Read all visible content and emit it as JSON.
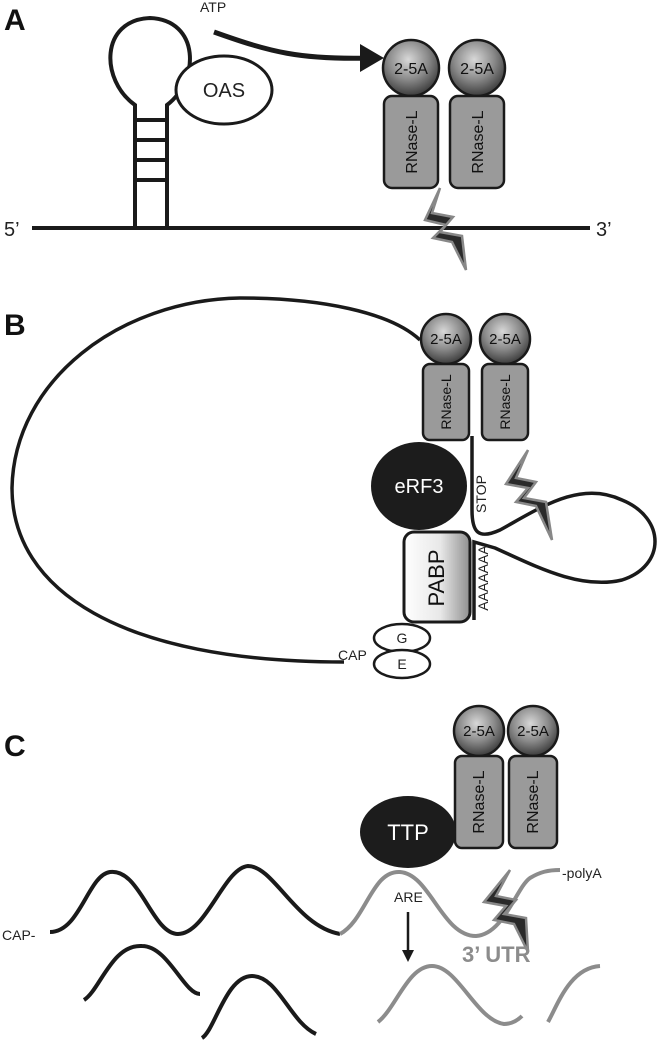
{
  "panels": {
    "a": {
      "letter": "A",
      "atp": "ATP",
      "oas": "OAS",
      "five_prime": "5’",
      "three_prime": "3’",
      "ball_labels": [
        "2-5A",
        "2-5A"
      ],
      "rnase_labels": [
        "RNase-L",
        "RNase-L"
      ]
    },
    "b": {
      "letter": "B",
      "ball_labels": [
        "2-5A",
        "2-5A"
      ],
      "rnase_labels": [
        "RNase-L",
        "RNase-L"
      ],
      "erf3": "eRF3",
      "stop": "STOP",
      "pabp": "PABP",
      "polya": "AAAAAAA",
      "cap": "CAP",
      "eif_g": "G",
      "eif_e": "E"
    },
    "c": {
      "letter": "C",
      "ball_labels": [
        "2-5A",
        "2-5A"
      ],
      "rnase_labels": [
        "RNase-L",
        "RNase-L"
      ],
      "ttp": "TTP",
      "cap": "CAP-",
      "polya": "-polyA",
      "are": "ARE",
      "utr": "3’ UTR"
    }
  },
  "colors": {
    "line": "#1a1a1a",
    "utr_gray": "#8c8c8c",
    "rnase_fill": "#9a9a9a",
    "ball_dark": "#3a3a3a",
    "ball_light": "#c8c8c8",
    "black_protein": "#1c1c1c"
  }
}
